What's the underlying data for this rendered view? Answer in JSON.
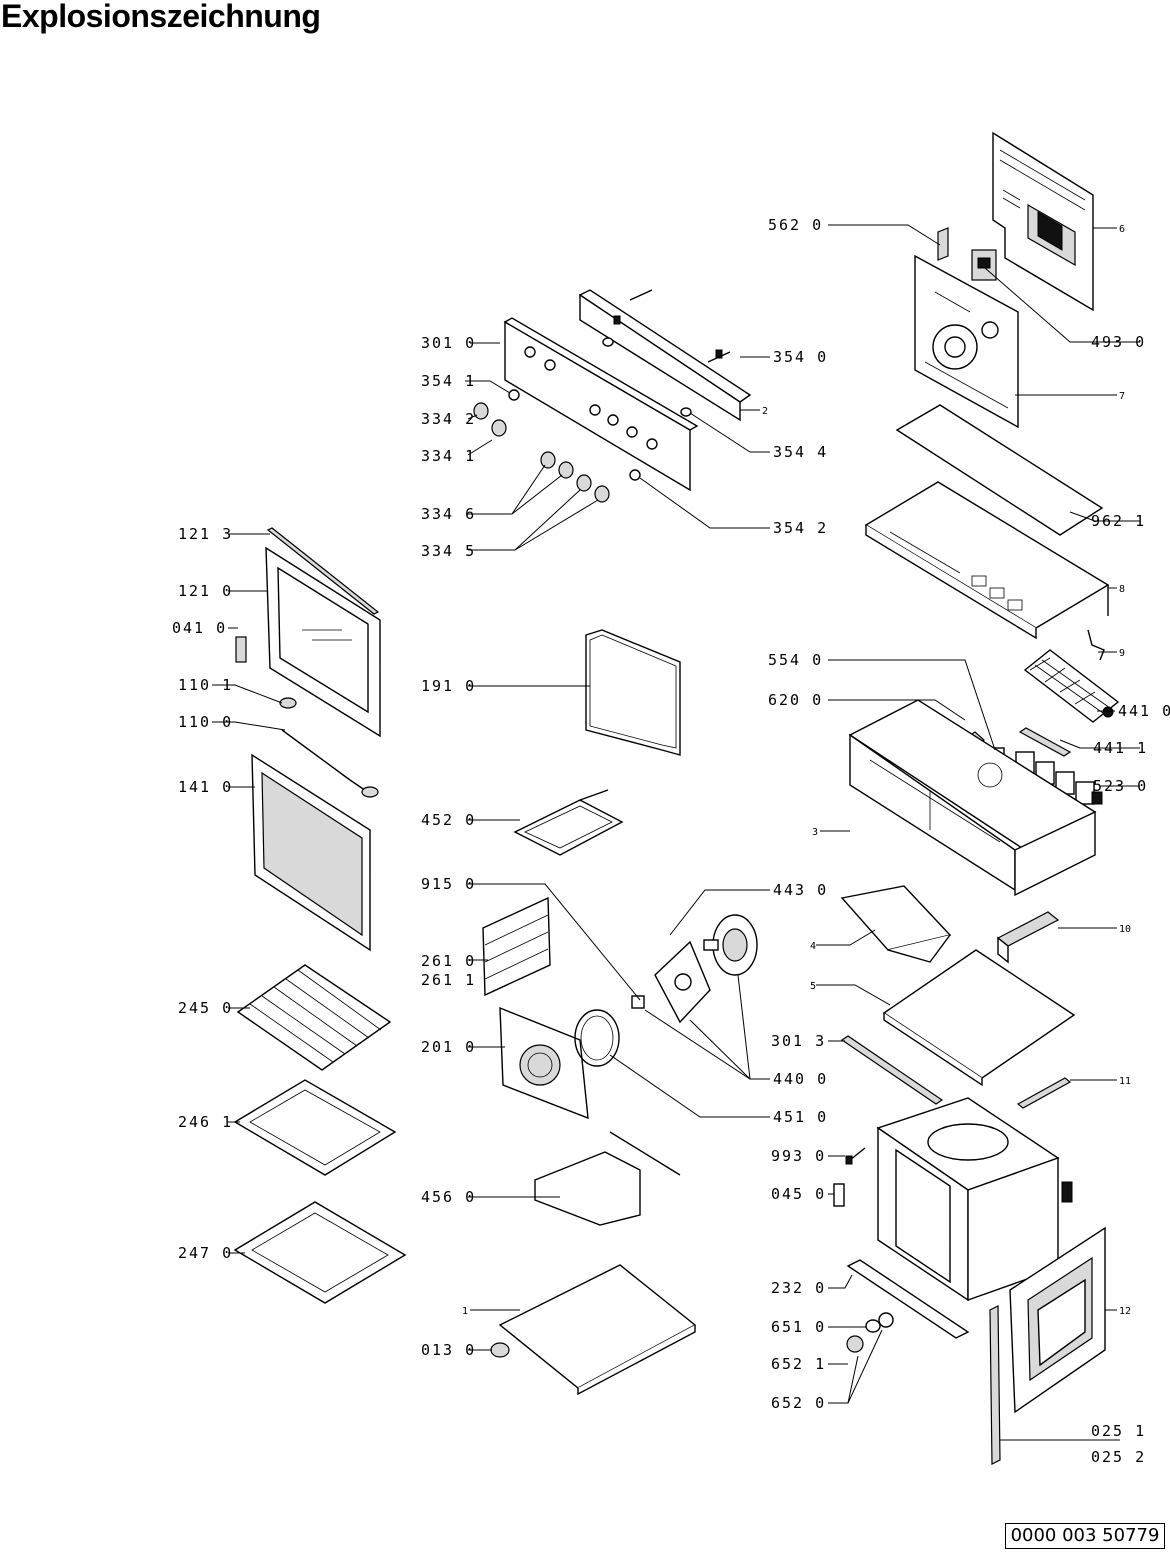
{
  "title": "Explosionszeichnung",
  "document_ref": "0000 003 50779",
  "labels": {
    "l562_0": "562 0",
    "l493_0": "493 0",
    "l301_0": "301 0",
    "l354_0": "354 0",
    "l354_1": "354 1",
    "l334_2": "334 2",
    "l334_1": "334 1",
    "l354_4": "354 4",
    "l334_6": "334 6",
    "l354_2": "354 2",
    "l334_5": "334 5",
    "l962_1": "962 1",
    "l121_3": "121 3",
    "l121_0": "121 0",
    "l041_0": "041 0",
    "l110_1": "110 1",
    "l110_0": "110 0",
    "l141_0": "141 0",
    "l191_0": "191 0",
    "l554_0": "554 0",
    "l620_0": "620 0",
    "l441_0": "441 0",
    "l441_1": "441 1",
    "l523_0": "523 0",
    "l452_0": "452 0",
    "l915_0": "915 0",
    "l443_0": "443 0",
    "l261_0": "261 0",
    "l261_1": "261 1",
    "l245_0": "245 0",
    "l201_0": "201 0",
    "l301_3": "301 3",
    "l440_0": "440 0",
    "l451_0": "451 0",
    "l246_1": "246 1",
    "l993_0": "993 0",
    "l045_0": "045 0",
    "l456_0": "456 0",
    "l247_0": "247 0",
    "l232_0": "232 0",
    "l651_0": "651 0",
    "l652_1": "652 1",
    "l652_0": "652 0",
    "l013_0": "013 0",
    "l025_1": "025 1",
    "l025_2": "025 2",
    "n1": "1",
    "n2": "2",
    "n3": "3",
    "n4": "4",
    "n5": "5",
    "n6": "6",
    "n7": "7",
    "n8": "8",
    "n9": "9",
    "n10": "10",
    "n11": "11",
    "n12": "12"
  }
}
